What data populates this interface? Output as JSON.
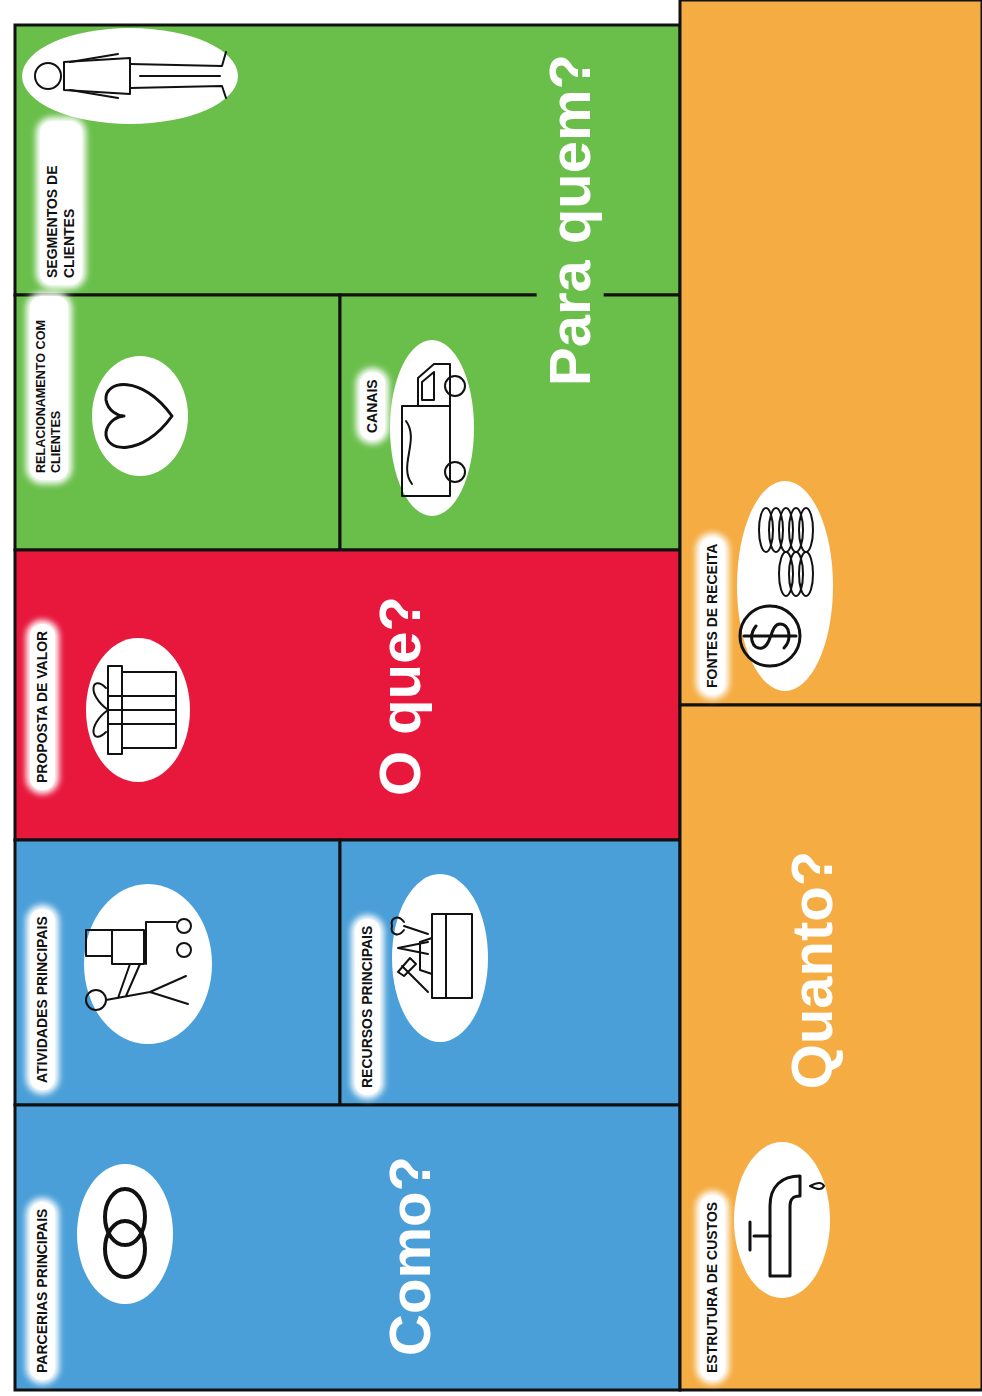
{
  "diagram": {
    "nodes": [
      {
        "text": [
          "SEGMENTOS DE CLIENTES"
        ]
      },
      {
        "text": [
          "RELACIONAMENTO COM CLIENTES"
        ]
      },
      {
        "text": [
          "CANAIS"
        ]
      },
      {
        "text": [
          "PROPOSTA DE VALOR"
        ]
      },
      {
        "text": [
          "ATIVIDADES PRINCIPAIS"
        ]
      },
      {
        "text": [
          "RECURSOS PRINCIPAIS"
        ]
      },
      {
        "text": [
          "PARCERIAS PRINCIPAIS"
        ]
      },
      {
        "text": [
          "FONTES DE RECEITA"
        ]
      },
      {
        "text": [
          "ESTRUTURA DE CUSTOS"
        ]
      }
    ],
    "labels": [
      "Para quem?",
      "O que?",
      "Como?",
      "Quanto?"
    ]
  }
}
